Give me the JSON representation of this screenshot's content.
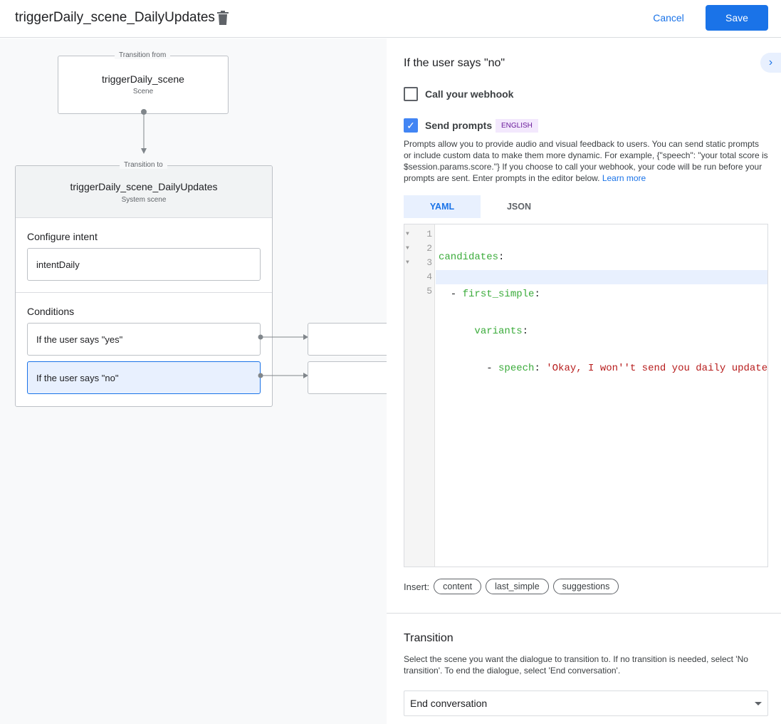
{
  "header": {
    "title": "triggerDaily_scene_DailyUpdates",
    "cancel": "Cancel",
    "save": "Save"
  },
  "canvas": {
    "from_label": "Transition from",
    "from_name": "triggerDaily_scene",
    "from_type": "Scene",
    "to_label": "Transition to",
    "to_name": "triggerDaily_scene_DailyUpdates",
    "to_type": "System scene",
    "intent_heading": "Configure intent",
    "intent": "intentDaily",
    "conditions_heading": "Conditions",
    "conditions": [
      "If the user says \"yes\"",
      "If the user says \"no\""
    ]
  },
  "panel": {
    "heading": "If the user says \"no\"",
    "webhook": {
      "label": "Call your webhook",
      "checked": false
    },
    "prompts": {
      "label": "Send prompts",
      "checked": true,
      "badge": "ENGLISH"
    },
    "description": "Prompts allow you to provide audio and visual feedback to users. You can send static prompts or include custom data to make them more dynamic. For example, {\"speech\": \"your total score is $session.params.score.\"} If you choose to call your webhook, your code will be run before your prompts are sent. Enter prompts in the editor below.",
    "learn_more": "Learn more",
    "tabs": [
      "YAML",
      "JSON"
    ],
    "code": {
      "line_numbers": [
        "1",
        "2",
        "3",
        "4",
        "5"
      ],
      "l1k": "candidates",
      "l2k": "first_simple",
      "l3k": "variants",
      "l4k": "speech",
      "l4v": "'Okay, I won''t send you daily update"
    },
    "insert_label": "Insert:",
    "insert_chips": [
      "content",
      "last_simple",
      "suggestions"
    ],
    "transition": {
      "heading": "Transition",
      "description": "Select the scene you want the dialogue to transition to. If no transition is needed, select 'No transition'. To end the dialogue, select 'End conversation'.",
      "value": "End conversation"
    }
  },
  "colors": {
    "accent": "#1a73e8",
    "selected": "#e8f0fe"
  }
}
